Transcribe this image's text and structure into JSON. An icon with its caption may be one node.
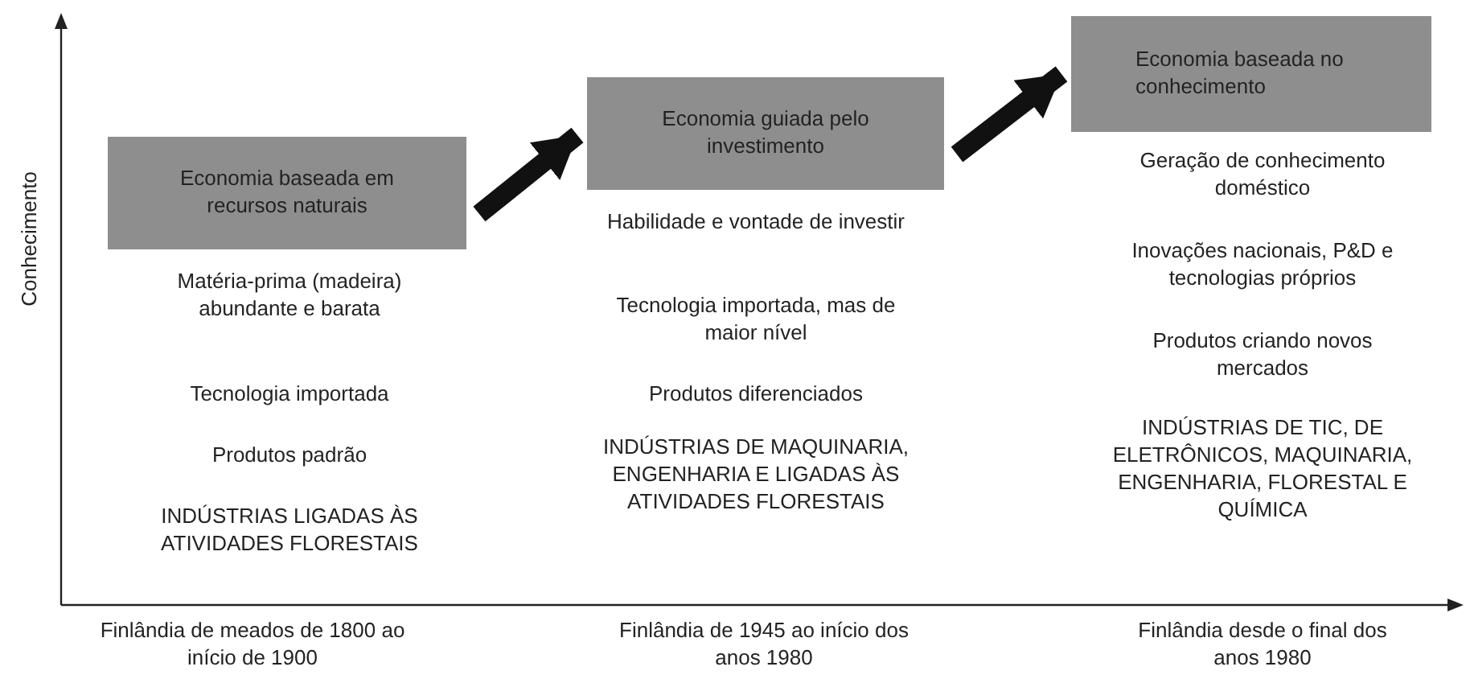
{
  "diagram": {
    "nodes": [
      {
        "text": [
          "Economia baseada em recursos naturais"
        ],
        "beside": [
          "Matéria-prima (madeira) abundante e barata",
          "Tecnologia importada",
          "Produtos padrão",
          "INDÚSTRIAS LIGADAS ÀS ATIVIDADES FLORESTAIS"
        ]
      },
      {
        "text": [
          "Economia guiada pelo investimento"
        ],
        "beside": [
          "Habilidade e vontade de investir",
          "Tecnologia importada, mas de maior nível",
          "Produtos diferenciados",
          "INDÚSTRIAS DE MAQUINARIA, ENGENHARIA E LIGADAS ÀS ATIVIDADES FLORESTAIS"
        ]
      },
      {
        "text": [
          "Economia baseada no conhecimento"
        ],
        "beside": [
          "Geração de conhecimento doméstico",
          "Inovações nacionais, P&D e tecnologias próprios",
          "Produtos criando novos mercados",
          "INDÚSTRIAS DE TIC, DE ELETRÔNICOS, MAQUINARIA, ENGENHARIA, FLORESTAL E QUÍMICA"
        ]
      }
    ],
    "edges": [
      {
        "from": 0,
        "to": 1,
        "arrow": "to"
      },
      {
        "from": 1,
        "to": 2,
        "arrow": "to"
      }
    ],
    "labels": [
      "Conhecimento",
      "Finlândia de meados de 1800 ao início de 1900",
      "Finlândia de 1945 ao início dos anos 1980",
      "Finlândia desde o final dos anos 1980"
    ]
  }
}
